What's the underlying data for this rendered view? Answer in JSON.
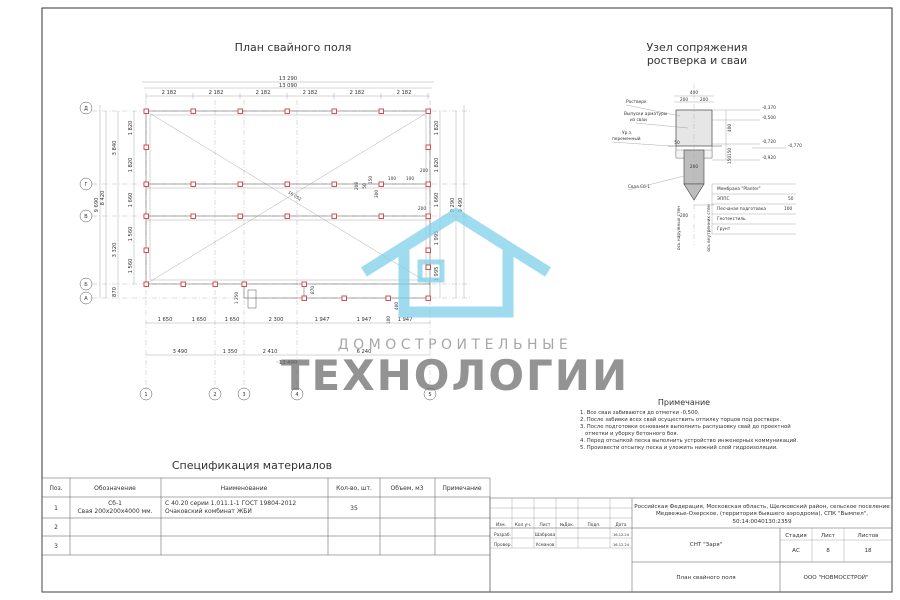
{
  "plan": {
    "title": "План свайного поля",
    "dims_top": [
      "2 182",
      "2 182",
      "2 182",
      "2 182",
      "2 182",
      "2 182"
    ],
    "overall_top_1": "13 290",
    "overall_top_2": "13 090",
    "left_dims_a": [
      "1 820",
      "1 820",
      "1 660",
      "1 560",
      "1 560"
    ],
    "left_dims_b": [
      "3 840",
      "3 320",
      "870"
    ],
    "left_dims_c": [
      "8 420",
      "9 690"
    ],
    "right_dims": [
      "1 820",
      "1 820",
      "1 660",
      "1 995",
      "1 995"
    ],
    "right_overall": [
      "9 290",
      "9 490"
    ],
    "right_small": [
      "200",
      "100",
      "100",
      "200"
    ],
    "inner_dims": [
      "208",
      "50",
      "150",
      "300"
    ],
    "diag_label": "16 052",
    "bottom_dims_1": [
      "1 650",
      "1 650",
      "1 650",
      "2 300",
      "1 947",
      "1 947",
      "1 947"
    ],
    "bottom_dims_2": [
      "3 490",
      "1 350",
      "2 410",
      "6 240"
    ],
    "bottom_overall": "13 490",
    "small_vert": [
      "1 250",
      "870",
      "400",
      "100"
    ],
    "rows": [
      "Д",
      "Г",
      "В",
      "Б",
      "А"
    ],
    "cols": [
      "1",
      "2",
      "3",
      "4",
      "5"
    ]
  },
  "detail": {
    "title_1": "Узел сопряжения",
    "title_2": "ростверка и сваи",
    "width_total": "400",
    "width_parts": [
      "200",
      "200"
    ],
    "label_rostverk": "Ростверк",
    "label_rebar_1": "Выпуски арматуры",
    "label_rebar_2": "из сваи",
    "label_ground_1": "Ур.з.",
    "label_ground_2": "переменный",
    "levels": [
      "-0,370",
      "-0,500",
      "-0,720",
      "-0,770",
      "-0,920"
    ],
    "side_dims": [
      "400",
      "50",
      "150",
      "150"
    ],
    "pile_label": "Свая Сб-1",
    "pile_size": "200",
    "pile_bottom": "200",
    "layers": [
      {
        "name": "Мембрана \"Planter\"",
        "value": ""
      },
      {
        "name": "ЭППС",
        "value": "50"
      },
      {
        "name": "Песчаная подготовка",
        "value": "100"
      },
      {
        "name": "Геотекстиль",
        "value": ""
      },
      {
        "name": "Грунт",
        "value": ""
      }
    ],
    "axis_inner": "ось наружных стен",
    "axis_outer": "ось внутренних стен"
  },
  "watermark": {
    "line1": "ДОМОСТРОИТЕЛЬНЫЕ",
    "line2": "ТЕХНОЛОГИИ"
  },
  "notes": {
    "title": "Примечание",
    "items": [
      "1. Все сваи забиваются до отметки -0,500.",
      "2. После забивки всех свай осуществить отпилку торцов под ростверк.",
      "3. После подготовки основания выполнить распушовку свай до проектной",
      "отметки и уборку бетонного боя.",
      "4. Перед отсыпкой песка выполнить устройство инженерных коммуникаций.",
      "5. Произвести отсыпку песка и уложить нижний слой гидроизоляции."
    ]
  },
  "spec": {
    "title": "Спецификация материалов",
    "headers": [
      "Поз.",
      "Обозначение",
      "Наименование",
      "Кол-во, шт.",
      "Объем, м3",
      "Примечание"
    ],
    "rows": [
      {
        "pos": "1",
        "code_1": "Сб-1",
        "code_2": "Свая 200х200х4000 мм.",
        "name_1": "С 40.20 серии 1.011.1-1 ГОСТ 19804-2012",
        "name_2": "Очаковский комбинат ЖБИ",
        "qty": "35",
        "vol": "",
        "note": ""
      },
      {
        "pos": "2",
        "code_1": "",
        "code_2": "",
        "name_1": "",
        "name_2": "",
        "qty": "",
        "vol": "",
        "note": ""
      },
      {
        "pos": "3",
        "code_1": "",
        "code_2": "",
        "name_1": "",
        "name_2": "",
        "qty": "",
        "vol": "",
        "note": ""
      }
    ]
  },
  "stamp": {
    "address_1": "Российская Федерация, Московская область, Щелковский район, сельское поселение",
    "address_2": "Медвежье-Озерское, (территория бывшего аэродрома), СПК \"Вымпел\",",
    "address_3": "50:14:0040130:2359",
    "cols": [
      "Изм.",
      "Кол.уч.",
      "Лист",
      "№Док.",
      "Подп.",
      "Дата"
    ],
    "role_1": "Разраб.",
    "name_1": "Шаброва",
    "date_1": "16.12.24",
    "role_2": "Провер.",
    "name_2": "Усманов",
    "date_2": "16.12.24",
    "object": "СНТ \"Заря\"",
    "stage_h": "Стадия",
    "sheet_h": "Лист",
    "sheets_h": "Листов",
    "stage": "АС",
    "sheet": "8",
    "sheets": "18",
    "drawing": "План свайного поля",
    "company": "ООО \"НОВМОССТРОЙ\""
  }
}
